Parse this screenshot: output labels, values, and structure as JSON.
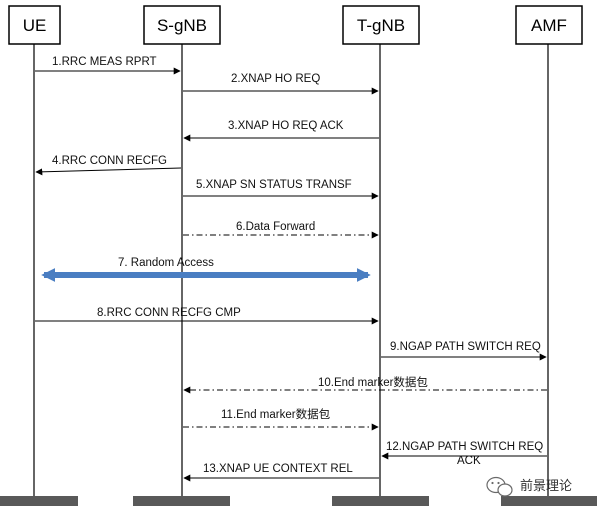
{
  "entities": [
    {
      "id": "ue",
      "label": "UE"
    },
    {
      "id": "sgnb",
      "label": "S-gNB"
    },
    {
      "id": "tgnb",
      "label": "T-gNB"
    },
    {
      "id": "amf",
      "label": "AMF"
    }
  ],
  "messages": [
    {
      "label": "1.RRC MEAS RPRT",
      "from": "ue",
      "to": "sgnb",
      "style": "solid"
    },
    {
      "label": "2.XNAP HO REQ",
      "from": "sgnb",
      "to": "tgnb",
      "style": "solid"
    },
    {
      "label": "3.XNAP HO REQ ACK",
      "from": "tgnb",
      "to": "sgnb",
      "style": "solid"
    },
    {
      "label": "4.RRC CONN RECFG",
      "from": "sgnb",
      "to": "ue",
      "style": "solid"
    },
    {
      "label": "5.XNAP SN STATUS TRANSF",
      "from": "sgnb",
      "to": "tgnb",
      "style": "solid"
    },
    {
      "label": "6.Data Forward",
      "from": "sgnb",
      "to": "tgnb",
      "style": "dashdot"
    },
    {
      "label": "7. Random Access",
      "from": "ue",
      "to": "tgnb",
      "style": "bidirectional"
    },
    {
      "label": "8.RRC CONN RECFG CMP",
      "from": "ue",
      "to": "tgnb",
      "style": "solid"
    },
    {
      "label": "9.NGAP PATH SWITCH REQ",
      "from": "tgnb",
      "to": "amf",
      "style": "solid"
    },
    {
      "label": "10.End marker数据包",
      "from": "amf",
      "to": "sgnb",
      "style": "dashdot"
    },
    {
      "label": "11.End marker数据包",
      "from": "sgnb",
      "to": "tgnb",
      "style": "dashdot"
    },
    {
      "label": "12.NGAP PATH SWITCH REQ",
      "label2": "ACK",
      "from": "amf",
      "to": "tgnb",
      "style": "solid"
    },
    {
      "label": "13.XNAP UE CONTEXT REL",
      "from": "tgnb",
      "to": "sgnb",
      "style": "solid"
    }
  ],
  "watermark": {
    "text": "前景理论",
    "icon": "wechat-icon"
  },
  "colors": {
    "line": "#000000",
    "access_arrow": "#4a7ec2",
    "footer_bar": "#595959"
  }
}
